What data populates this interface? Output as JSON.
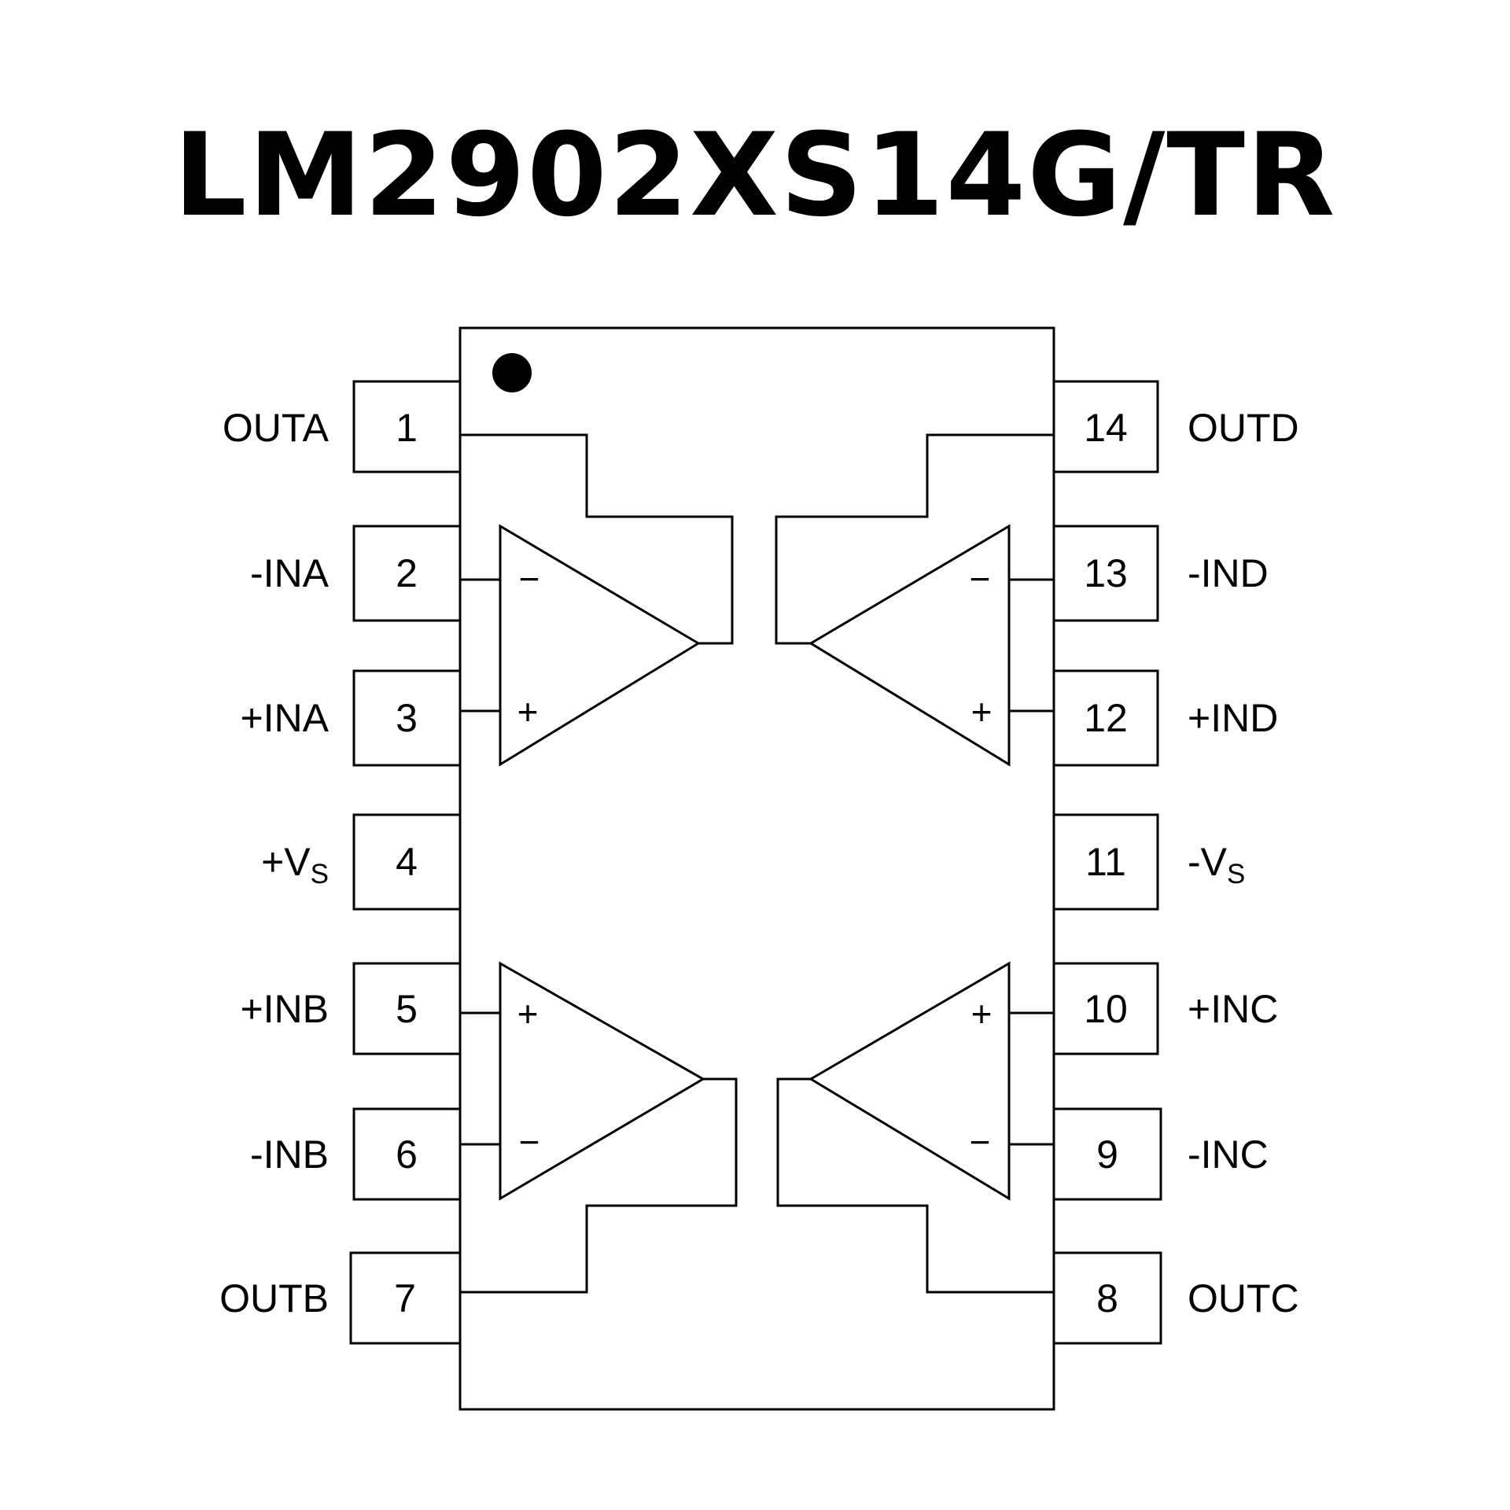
{
  "title": "LM2902XS14G/TR",
  "colors": {
    "ink": "#000000",
    "background": "#ffffff"
  },
  "pins": {
    "p1": {
      "number": "1",
      "name": "OUTA"
    },
    "p2": {
      "number": "2",
      "name": "-INA"
    },
    "p3": {
      "number": "3",
      "name": "+INA"
    },
    "p4": {
      "number": "4",
      "name": "+V",
      "name_sub": "S"
    },
    "p5": {
      "number": "5",
      "name": "+INB"
    },
    "p6": {
      "number": "6",
      "name": "-INB"
    },
    "p7": {
      "number": "7",
      "name": "OUTB"
    },
    "p8": {
      "number": "8",
      "name": "OUTC"
    },
    "p9": {
      "number": "9",
      "name": "-INC"
    },
    "p10": {
      "number": "10",
      "name": "+INC"
    },
    "p11": {
      "number": "11",
      "name": "-V",
      "name_sub": "S"
    },
    "p12": {
      "number": "12",
      "name": "+IND"
    },
    "p13": {
      "number": "13",
      "name": "-IND"
    },
    "p14": {
      "number": "14",
      "name": "OUTD"
    }
  },
  "symbols": {
    "minus": "−",
    "plus": "+"
  }
}
